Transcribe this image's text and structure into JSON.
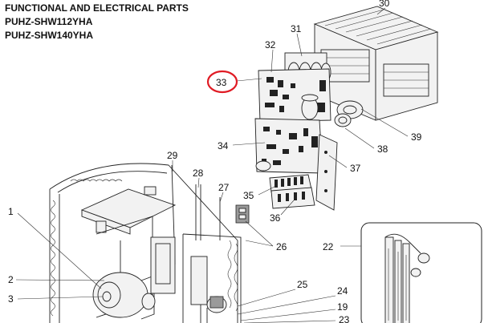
{
  "title": {
    "line1": "FUNCTIONAL AND ELECTRICAL PARTS",
    "line2": "PUHZ-SHW112YHA",
    "line3": "PUHZ-SHW140YHA"
  },
  "callouts": {
    "c30": "30",
    "c31": "31",
    "c32": "32",
    "c33": "33",
    "c34": "34",
    "c35": "35",
    "c36": "36",
    "c37": "37",
    "c38": "38",
    "c39": "39",
    "c29": "29",
    "c28": "28",
    "c27": "27",
    "c26": "26",
    "c25": "25",
    "c24": "24",
    "c23": "23",
    "c22": "22",
    "c19": "19",
    "c1": "1",
    "c2": "2",
    "c3": "3"
  },
  "highlight_color": "#e01b24"
}
